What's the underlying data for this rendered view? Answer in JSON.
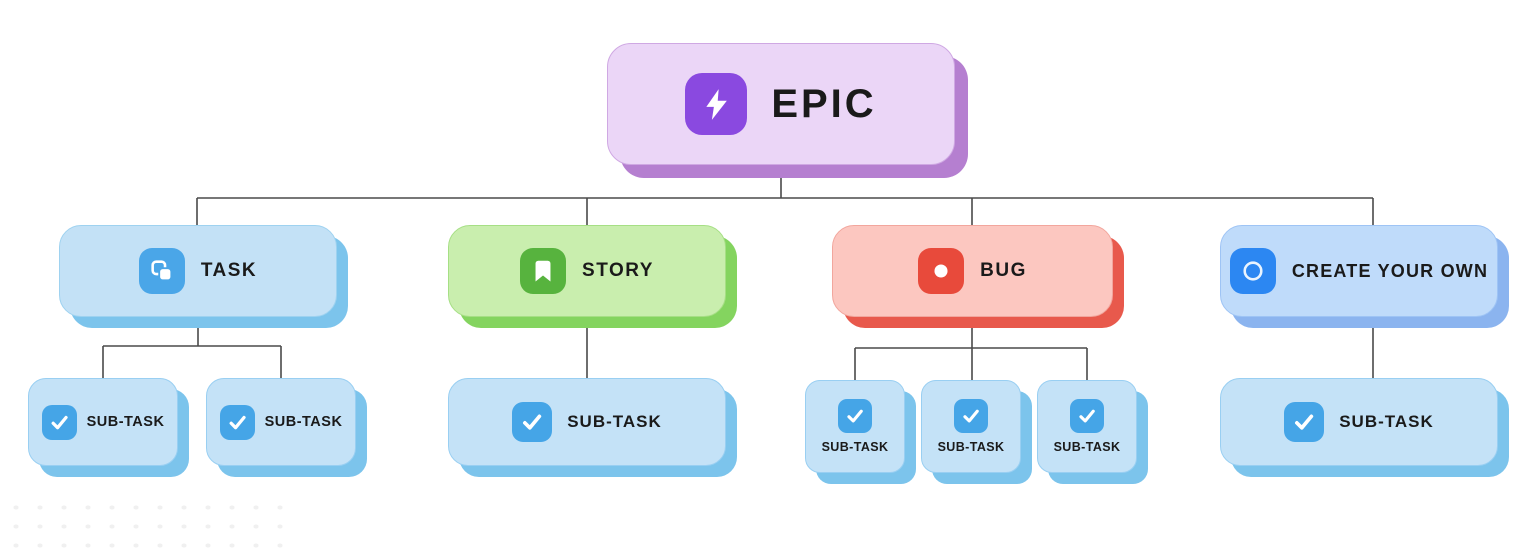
{
  "diagram": {
    "type": "hierarchy",
    "root": {
      "id": "epic",
      "label": "EPIC",
      "icon": "lightning-icon",
      "fill": "#EBD6F7",
      "shadow": "#B57FD0",
      "icon_bg": "#8A49E0"
    },
    "children": [
      {
        "id": "task",
        "label": "TASK",
        "icon": "copy-squares-icon",
        "fill": "#C3E1F6",
        "shadow": "#7CC4EC",
        "icon_bg": "#4AA6E8",
        "subtask_count": 2
      },
      {
        "id": "story",
        "label": "STORY",
        "icon": "bookmark-icon",
        "fill": "#C9EEAE",
        "shadow": "#84D45F",
        "icon_bg": "#57B33E",
        "subtask_count": 1
      },
      {
        "id": "bug",
        "label": "BUG",
        "icon": "record-dot-icon",
        "fill": "#FCC7C0",
        "shadow": "#E8594C",
        "icon_bg": "#E84A3B",
        "subtask_count": 3
      },
      {
        "id": "create-your-own",
        "label": "CREATE YOUR OWN",
        "icon": "circle-outline-icon",
        "fill": "#BFDBFA",
        "shadow": "#8BB4EF",
        "icon_bg": "#2C87F2",
        "subtask_count": 1
      }
    ],
    "subtask": {
      "label": "SUB-TASK",
      "icon": "checkbox-check-icon",
      "fill": "#C4E2F7",
      "shadow": "#7CC4EC",
      "icon_bg": "#45A5E7"
    },
    "connector_color": "#4a4a4a",
    "text_color": "#1a1a1a",
    "background": "#ffffff"
  }
}
